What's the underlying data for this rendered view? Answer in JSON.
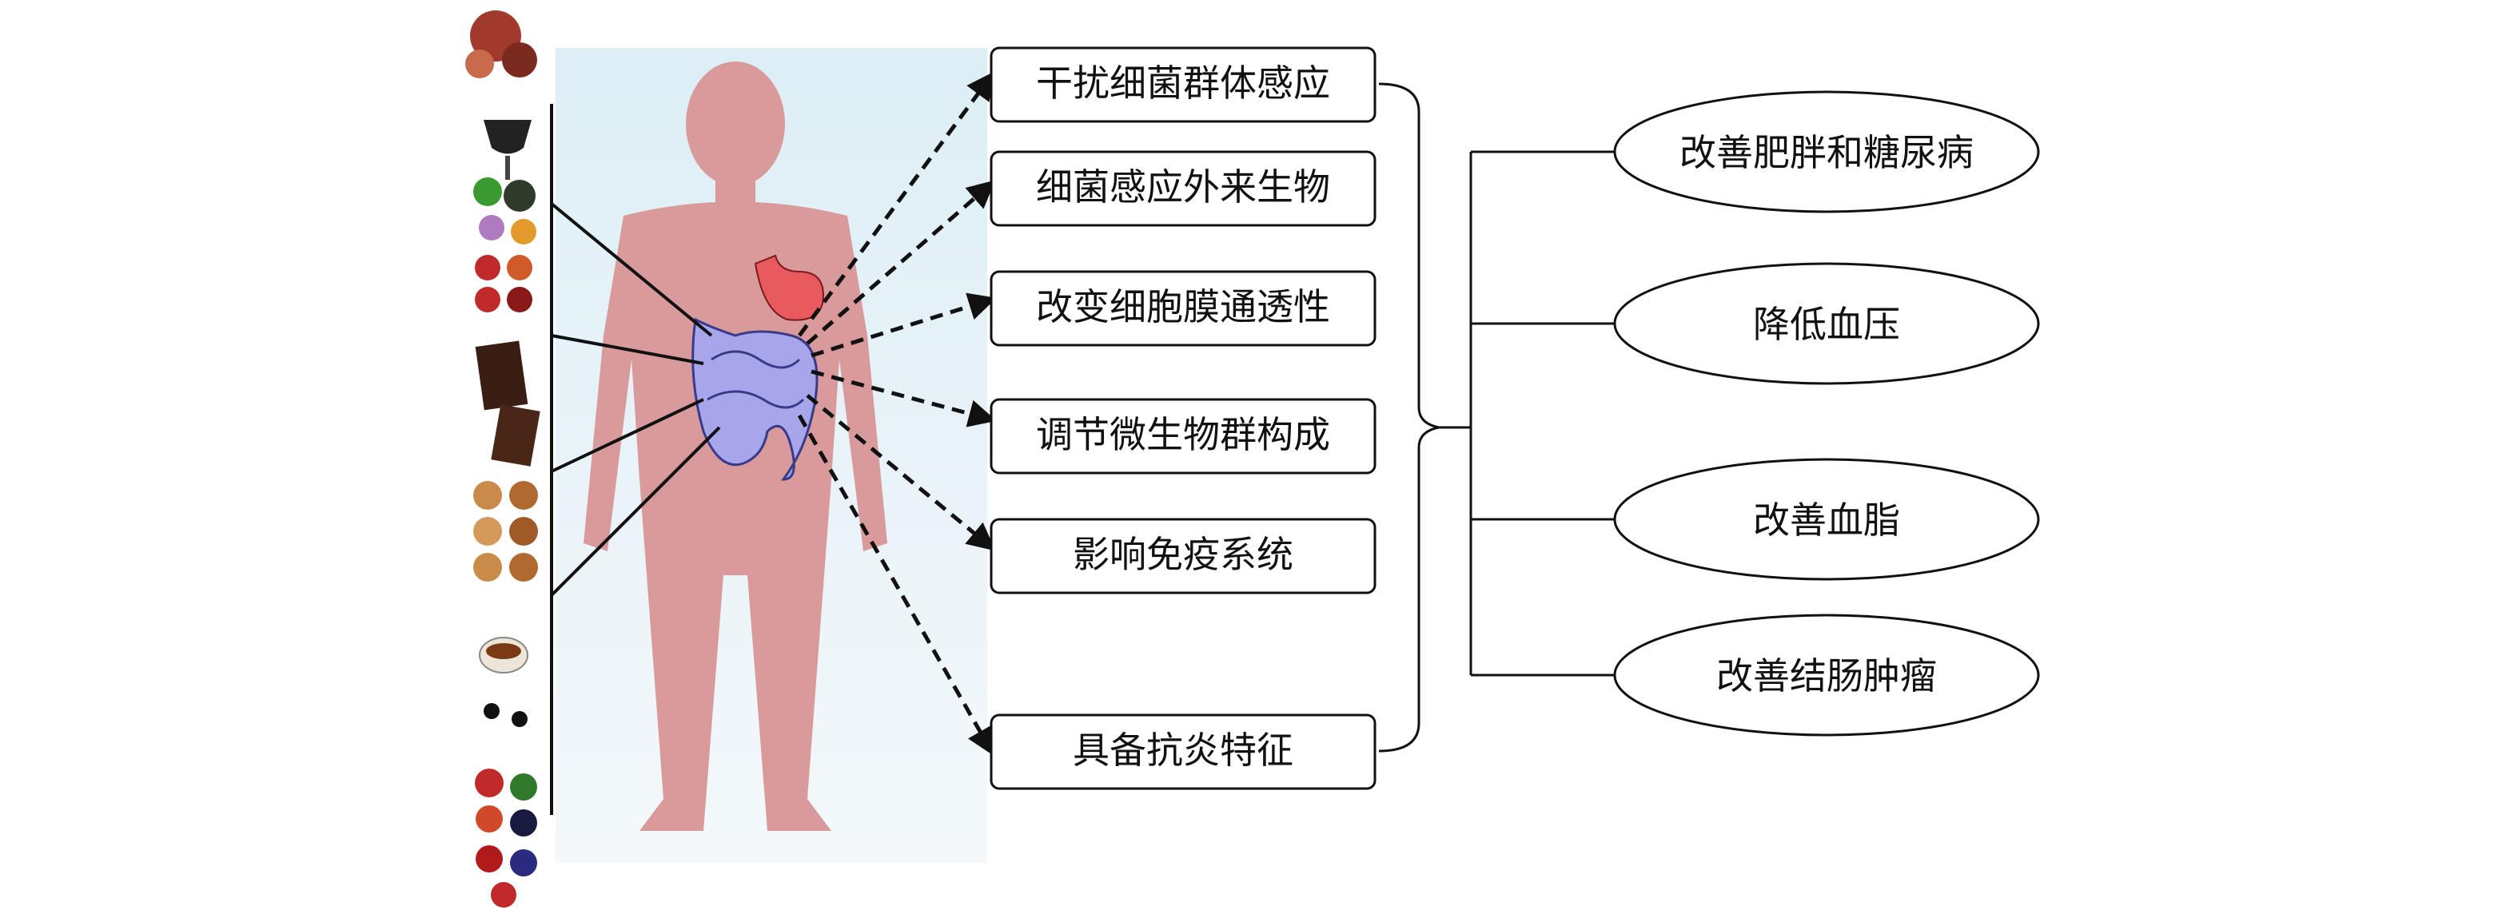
{
  "mechanisms": [
    {
      "label": "干扰细菌群体感应"
    },
    {
      "label": "细菌感应外来生物"
    },
    {
      "label": "改变细胞膜通透性"
    },
    {
      "label": "调节微生物群构成"
    },
    {
      "label": "影响免疫系统"
    },
    {
      "label": "具备抗炎特征"
    }
  ],
  "benefits": [
    {
      "label": "改善肥胖和糖尿病"
    },
    {
      "label": "降低血压"
    },
    {
      "label": "改善血脂"
    },
    {
      "label": "改善结肠肿瘤"
    }
  ],
  "colors": {
    "body": "#d99a9c",
    "gut": "#a8a6ea",
    "stomach": "#e85a5e",
    "panel_top": "#ddeef6",
    "panel_bottom": "#f4f8fa",
    "line": "#111111"
  },
  "food_icons": [
    "pomegranate-icon",
    "wine-glass-icon",
    "vegetables-icon",
    "berries-icon",
    "chocolate-icon",
    "nuts-icon",
    "tea-cup-icon",
    "mixed-fruit-icon"
  ]
}
